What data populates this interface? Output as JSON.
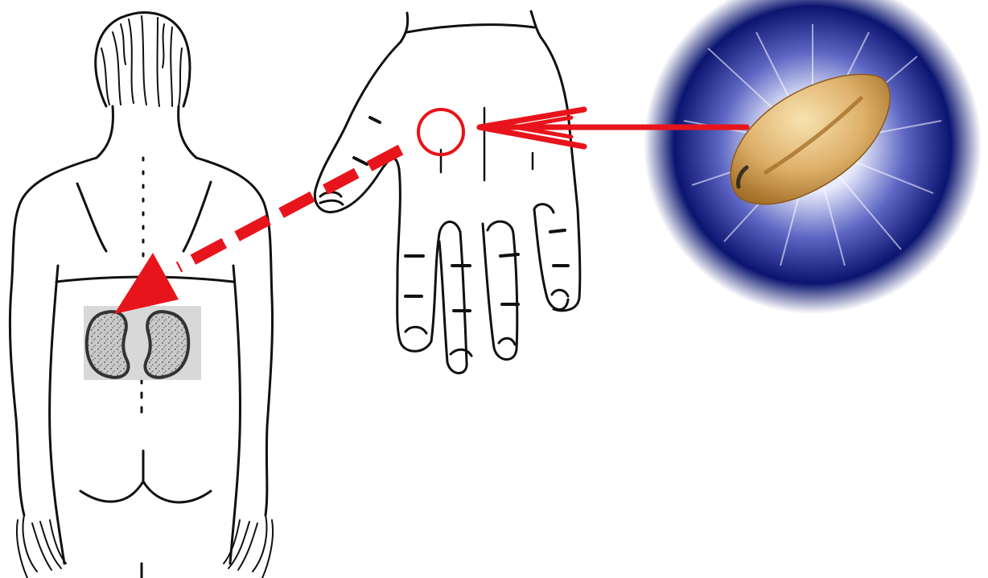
{
  "figure": {
    "panels": [
      "back-figure-with-kidneys",
      "palm-of-hand",
      "wheat-seed-on-glow"
    ],
    "colors": {
      "line": "#111111",
      "background": "#ffffff",
      "arrow": "#e8141b",
      "kidney_fill": "#bdbdbd",
      "kidney_box": "#d8d8d8",
      "glow_outer": "#0b1570",
      "glow_inner": "#ffffff",
      "seed_light": "#f3d79a",
      "seed_dark": "#b07a2e"
    },
    "arrows": [
      {
        "name": "seed-to-palm-point",
        "style": "solid double-headed chevron"
      },
      {
        "name": "palm-point-to-kidney",
        "style": "dashed"
      }
    ],
    "icons": [
      "acupoint-circle-icon",
      "wheat-seed-icon",
      "kidney-icon"
    ]
  }
}
